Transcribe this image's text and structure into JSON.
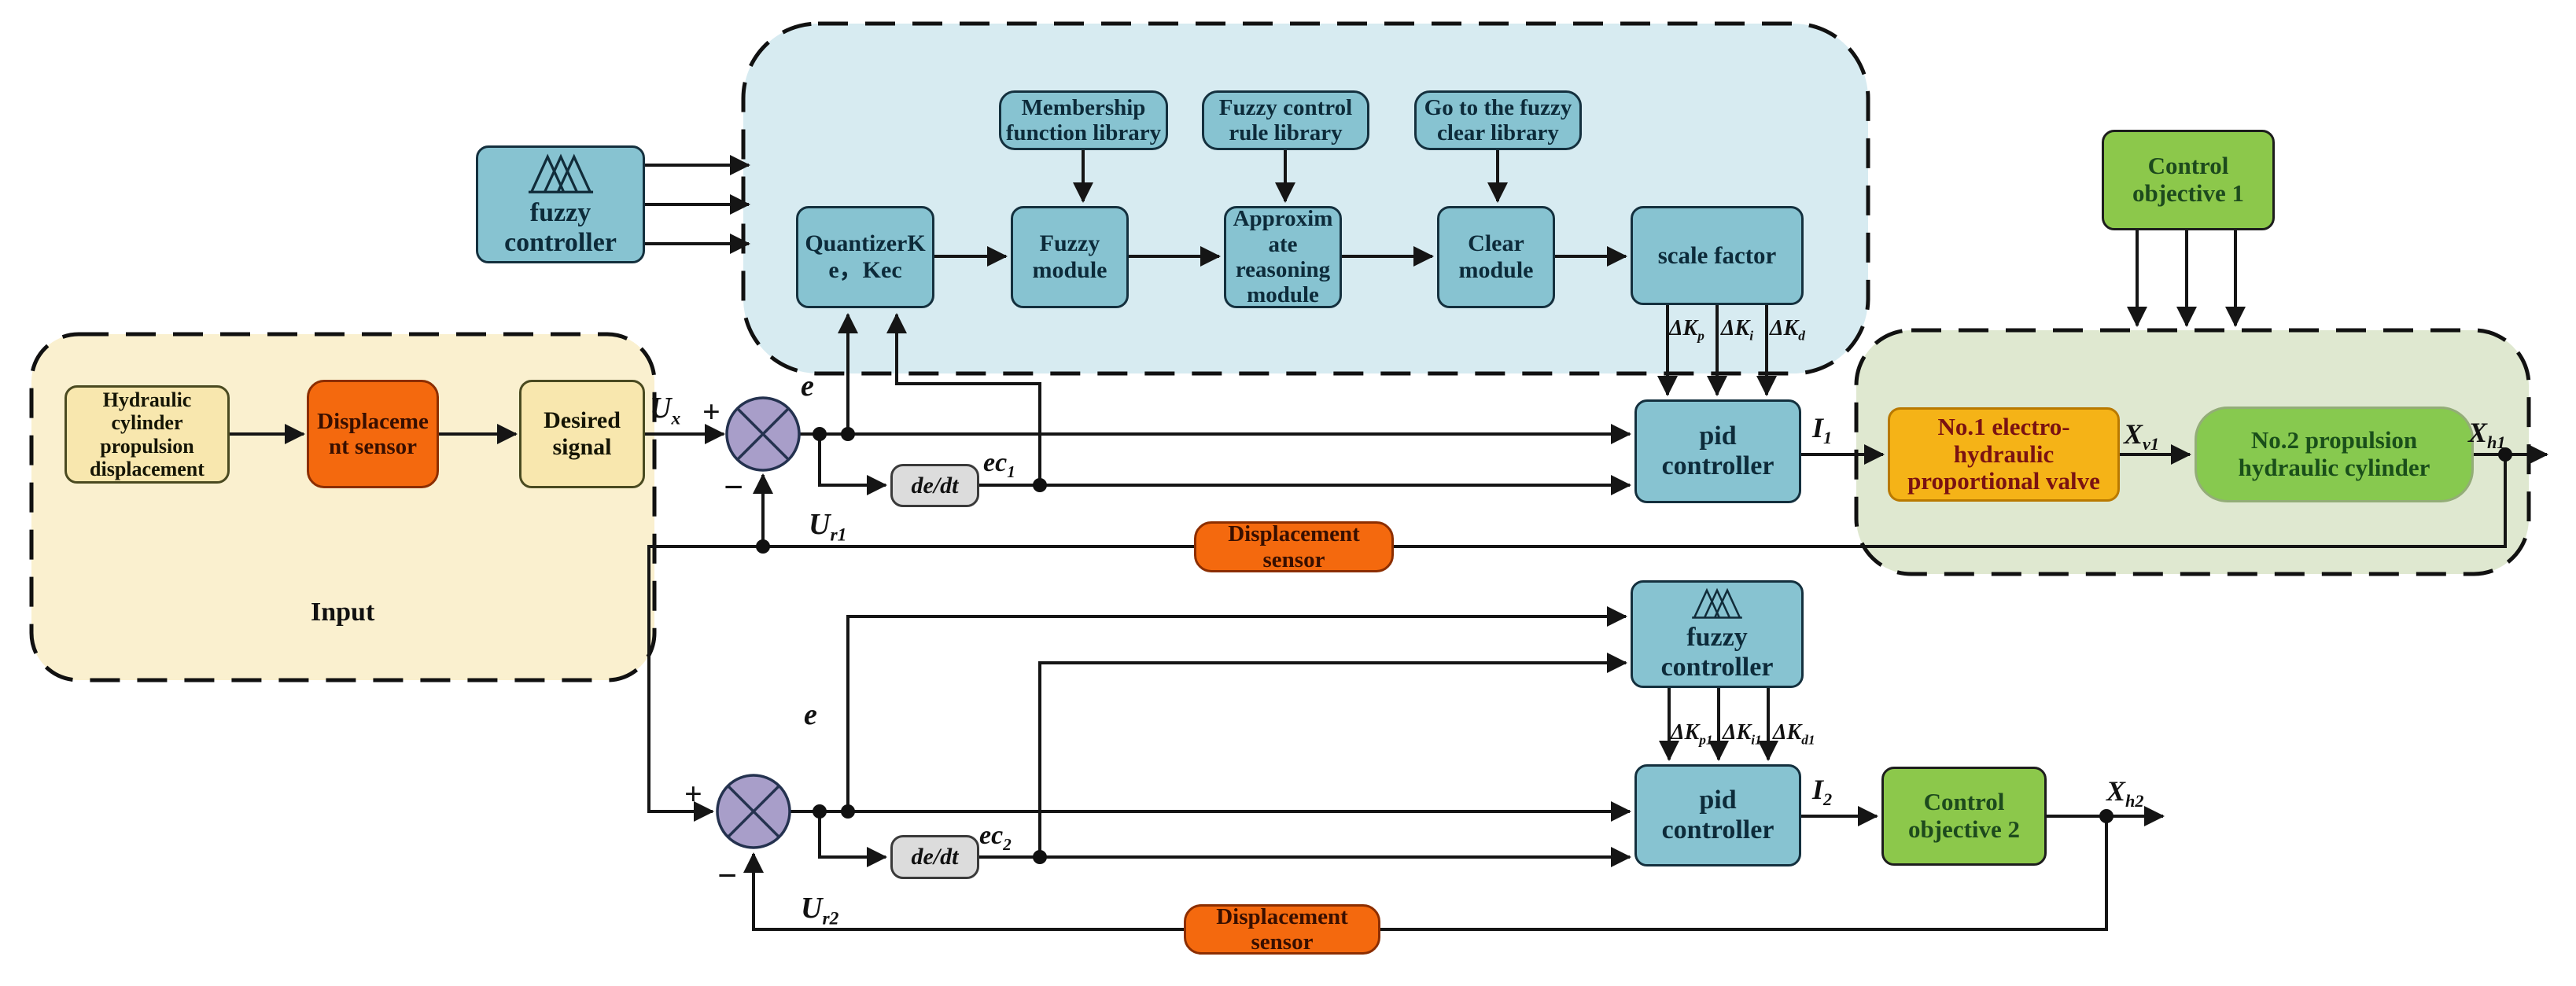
{
  "blocks": {
    "fuzzy_controller_1": "fuzzy controller",
    "quantizer": "QuantizerKe，Kec",
    "membership_library": "Membership function library",
    "rule_library": "Fuzzy control rule library",
    "clear_library": "Go to the fuzzy clear library",
    "fuzzy_module": "Fuzzy module",
    "approx_module": "Approximate reasoning module",
    "clear_module": "Clear module",
    "scale_factor": "scale factor",
    "pid_controller_1": "pid controller",
    "valve_no1": "No.1 electro-hydraulic proportional valve",
    "cylinder_no2": "No.2 propulsion hydraulic cylinder",
    "control_objective_1": "Control objective 1",
    "control_objective_2": "Control objective 2",
    "hydraulic_displacement": "Hydraulic cylinder propulsion displacement",
    "displacement_sensor_input": "Displacement sensor",
    "desired_signal": "Desired signal",
    "input_caption": "Input",
    "displacement_sensor_loop1": "Displacement sensor",
    "displacement_sensor_loop2": "Displacement sensor",
    "derivative_1": "de/dt",
    "derivative_2": "de/dt",
    "fuzzy_controller_2": "fuzzy controller",
    "pid_controller_2": "pid controller"
  },
  "wire_labels": {
    "ux": {
      "main": "U",
      "sub": "x"
    },
    "plus1": "+",
    "minus1": "−",
    "e1": "e",
    "ec1": {
      "main": "ec",
      "sub": "1"
    },
    "ur1": {
      "main": "U",
      "sub": "r1"
    },
    "i1": {
      "main": "I",
      "sub": "1"
    },
    "xv1": {
      "main": "X",
      "sub": "v1"
    },
    "xh1": {
      "main": "X",
      "sub": "h1"
    },
    "dkp": {
      "main": "ΔK",
      "sub": "p"
    },
    "dki": {
      "main": "ΔK",
      "sub": "i"
    },
    "dkd": {
      "main": "ΔK",
      "sub": "d"
    },
    "plus2": "+",
    "minus2": "−",
    "e2": "e",
    "ec2": {
      "main": "ec",
      "sub": "2"
    },
    "ur2": {
      "main": "U",
      "sub": "r2"
    },
    "i2": {
      "main": "I",
      "sub": "2"
    },
    "xh2": {
      "main": "X",
      "sub": "h2"
    },
    "dkp1": {
      "main": "ΔK",
      "sub": "p1"
    },
    "dki1": {
      "main": "ΔK",
      "sub": "i1"
    },
    "dkd1": {
      "main": "ΔK",
      "sub": "d1"
    }
  },
  "colors": {
    "block_blue": "#87C3D1",
    "cloud_bg": "#D7EBF1",
    "input_region_bg": "#FAF0CF",
    "plant_region_bg": "#DFE8D0",
    "light_yellow_box": "#F8E7AE",
    "orange_sensor": "#F4690E",
    "valve_amber": "#F5B317",
    "cylinder_green": "#87C94F",
    "objective_green": "#8CC84B",
    "summing_purple": "#A89EC9",
    "derivative_gray": "#DCDCDC",
    "wire_black": "#151515"
  }
}
